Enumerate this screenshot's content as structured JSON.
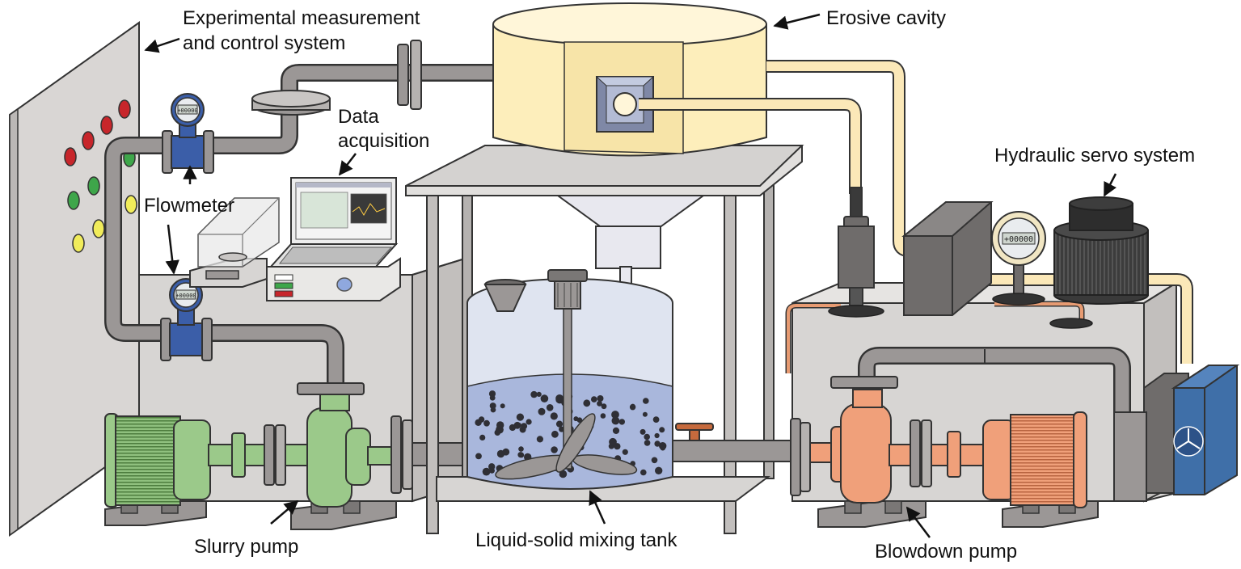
{
  "labels": {
    "control_system_line1": "Experimental measurement",
    "control_system_line2": "and control system",
    "erosive_cavity": "Erosive cavity",
    "data_acquisition_line1": "Data",
    "data_acquisition_line2": "acquisition",
    "hydraulic_servo": "Hydraulic servo system",
    "flowmeter": "Flowmeter",
    "slurry_pump": "Slurry pump",
    "mixing_tank": "Liquid-solid mixing tank",
    "blowdown_pump": "Blowdown pump"
  },
  "displays": {
    "flowmeter_top": "+00000",
    "flowmeter_bottom": "+00000",
    "pressure_gauge": "+00000"
  },
  "colors": {
    "slurry_pump": "#9bc98a",
    "blowdown_pump": "#f0a07a",
    "erosive_cavity": "#fdeebb",
    "water": "#a9b7dc",
    "pipe": "#9b9796",
    "cooling_fan": "#3f6fa8"
  }
}
